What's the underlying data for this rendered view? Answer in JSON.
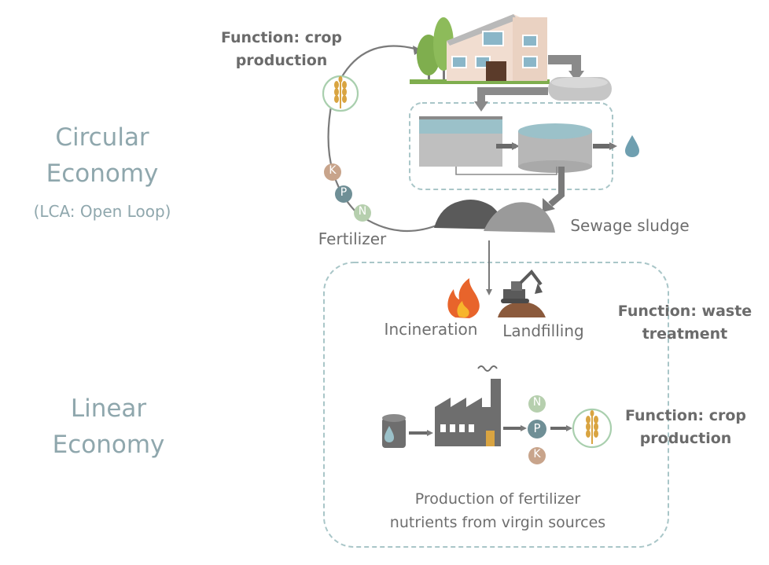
{
  "left": {
    "circular": {
      "line1": "Circular",
      "line2": "Economy",
      "sub": "(LCA: Open Loop)"
    },
    "linear": {
      "line1": "Linear",
      "line2": "Economy"
    }
  },
  "circular_loop": {
    "function_line1": "Function: crop",
    "function_line2": "production",
    "fertilizer_label": "Fertilizer",
    "sludge_label": "Sewage sludge",
    "nutrients": [
      "K",
      "P",
      "N"
    ]
  },
  "waste_box": {
    "incineration_label": "Incineration",
    "landfilling_label": "Landfilling",
    "function_line1": "Function: waste",
    "function_line2": "treatment"
  },
  "linear_chain": {
    "nutrients": [
      "N",
      "P",
      "K"
    ],
    "function_line1": "Function: crop",
    "function_line2": "production",
    "caption_line1": "Production of fertilizer",
    "caption_line2": "nutrients from virgin sources"
  },
  "colors": {
    "label_text": "#8fa7ad",
    "dashed_box": "#a9c6c8",
    "arrow_gray": "#7a7a7a",
    "wheat_ring": "#a9cfae",
    "wheat": "#d9a441",
    "nutrient_k": "#c8a48b",
    "nutrient_p": "#6f8f96",
    "nutrient_n": "#b6cfae",
    "fire": "#e8642b",
    "soil": "#8b5a3c"
  },
  "icons": [
    "house-icon",
    "tree-icon",
    "tank-icon",
    "wheat-icon",
    "water-drop-icon",
    "fire-icon",
    "excavator-icon",
    "factory-icon",
    "oil-barrel-icon",
    "sludge-pile-icon"
  ]
}
